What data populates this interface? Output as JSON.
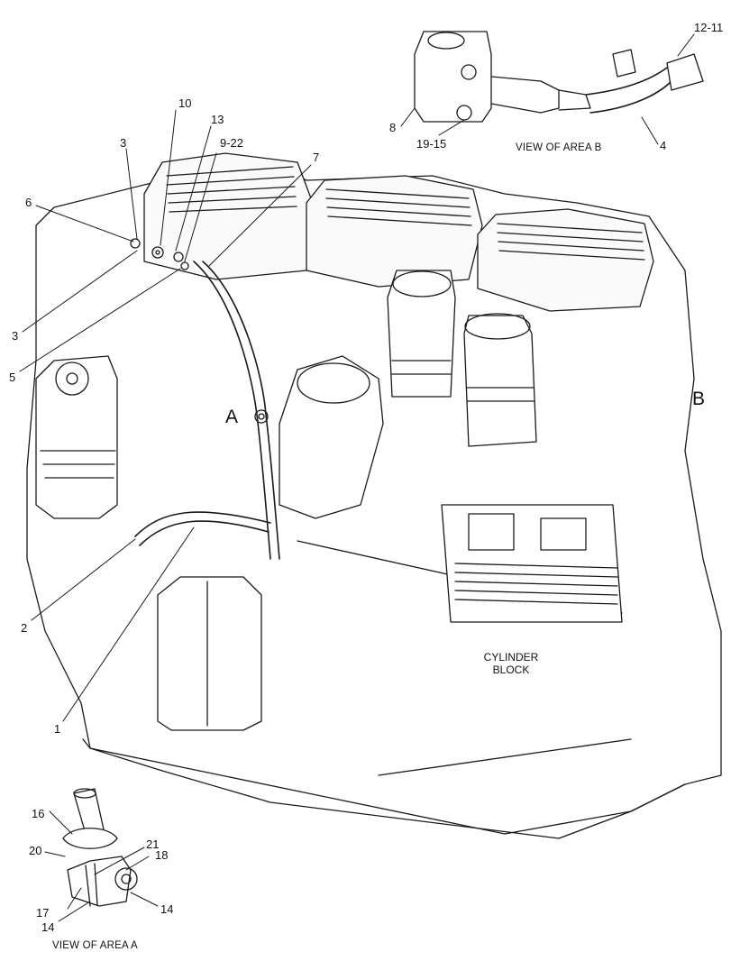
{
  "callouts": {
    "c_12_11": "12-11",
    "c_8": "8",
    "c_19_15": "19-15",
    "c_4": "4",
    "c_10": "10",
    "c_13": "13",
    "c_3_top": "3",
    "c_9_22": "9-22",
    "c_7": "7",
    "c_6": "6",
    "c_3_left": "3",
    "c_5": "5",
    "c_2": "2",
    "c_1": "1",
    "c_16": "16",
    "c_20": "20",
    "c_21": "21",
    "c_18": "18",
    "c_17": "17",
    "c_14_left": "14",
    "c_14_right": "14"
  },
  "labels": {
    "view_area_b": "VIEW OF AREA B",
    "view_area_a": "VIEW OF AREA A",
    "area_a": "A",
    "area_b": "B",
    "cylinder_block_line1": "CYLINDER",
    "cylinder_block_line2": "BLOCK"
  }
}
